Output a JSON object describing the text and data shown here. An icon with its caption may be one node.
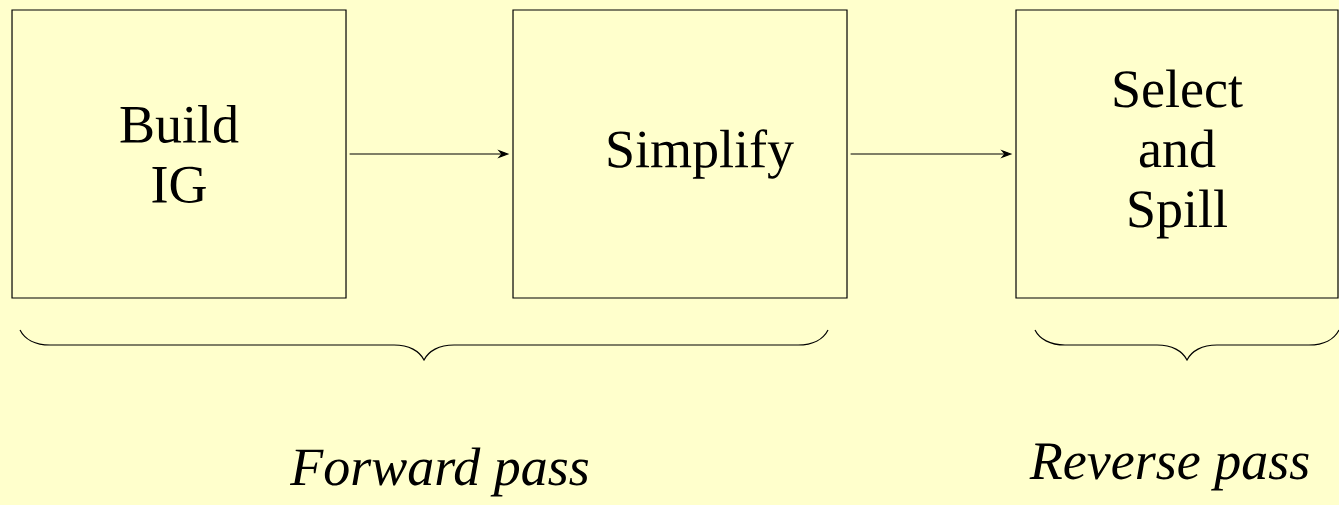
{
  "diagram": {
    "nodes": [
      {
        "text": [
          "Build IG"
        ]
      },
      {
        "text": [
          "Simplify"
        ]
      },
      {
        "text": [
          "Select and Spill"
        ]
      }
    ],
    "edges": [
      {
        "from": 0,
        "to": 1,
        "arrow": "to"
      },
      {
        "from": 1,
        "to": 2,
        "arrow": "to"
      }
    ],
    "labels": [
      "*Forward pass*",
      "*Reverse pass*"
    ]
  }
}
